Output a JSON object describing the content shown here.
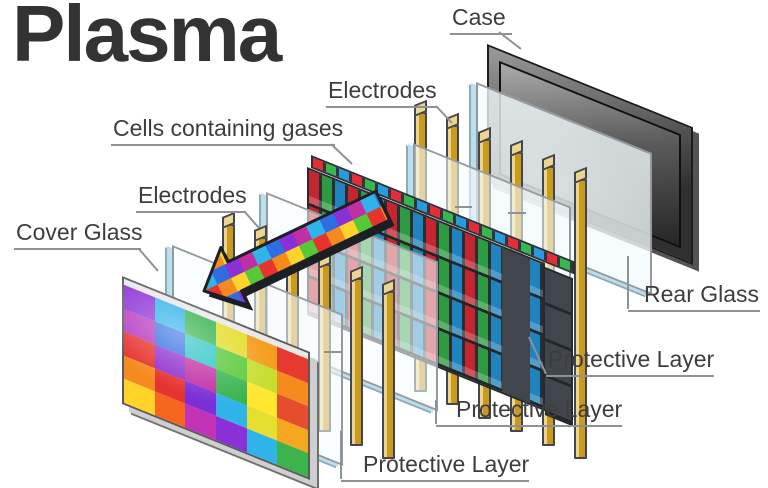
{
  "title": "Plasma",
  "labels": {
    "case": "Case",
    "electrodes_top": "Electrodes",
    "cells": "Cells containing gases",
    "electrodes_left": "Electrodes",
    "cover_glass": "Cover Glass",
    "rear_glass": "Rear Glass",
    "protective_right": "Protective Layer",
    "protective_mid": "Protective Layer",
    "protective_bottom": "Protective Layer"
  },
  "colors": {
    "background": "#ffffff",
    "title": "#333333",
    "text": "#3d3d3d",
    "line": "#8d9295",
    "outline": "#43464a",
    "electrode_gold": "#c99a1d",
    "electrode_light": "#ead690",
    "electrode_dark": "#a97f15",
    "glass_border": "#93999d",
    "glass_edge_blue": "#bcdfef",
    "case_light": "#9a9a9a",
    "case_dark": "#303030",
    "screen_light": "#ababab",
    "screen_dark": "#262626",
    "cell_red": "#c4252e",
    "cell_green": "#2e9b43",
    "cell_blue": "#1f84bd",
    "cell_gap": "#2a2e33",
    "cell_side": "#41464d"
  },
  "cover_glass_grid": [
    [
      "#8b2fd6",
      "#2fb3e8",
      "#35b24b",
      "#e3de2f",
      "#f59d1f",
      "#e63a2e"
    ],
    [
      "#b535c0",
      "#2f6de2",
      "#29c4c4",
      "#57c838",
      "#c4de2f",
      "#f58b1f"
    ],
    [
      "#e6332e",
      "#9030d0",
      "#c22fa5",
      "#35b24b",
      "#ffe62f",
      "#e64d2e"
    ],
    [
      "#f58b1f",
      "#e6332e",
      "#7b2fd6",
      "#2fb3e8",
      "#e3de2f",
      "#f5a71f"
    ],
    [
      "#ffd32a",
      "#f5661f",
      "#c233b8",
      "#8b2fd6",
      "#2fb3e8",
      "#3cb44b"
    ]
  ],
  "arrow_checker": [
    "#e6332e",
    "#f58b1f",
    "#ffd32a",
    "#57c838",
    "#2fb3e8",
    "#2f6de2",
    "#8b2fd6",
    "#c22fa5"
  ]
}
